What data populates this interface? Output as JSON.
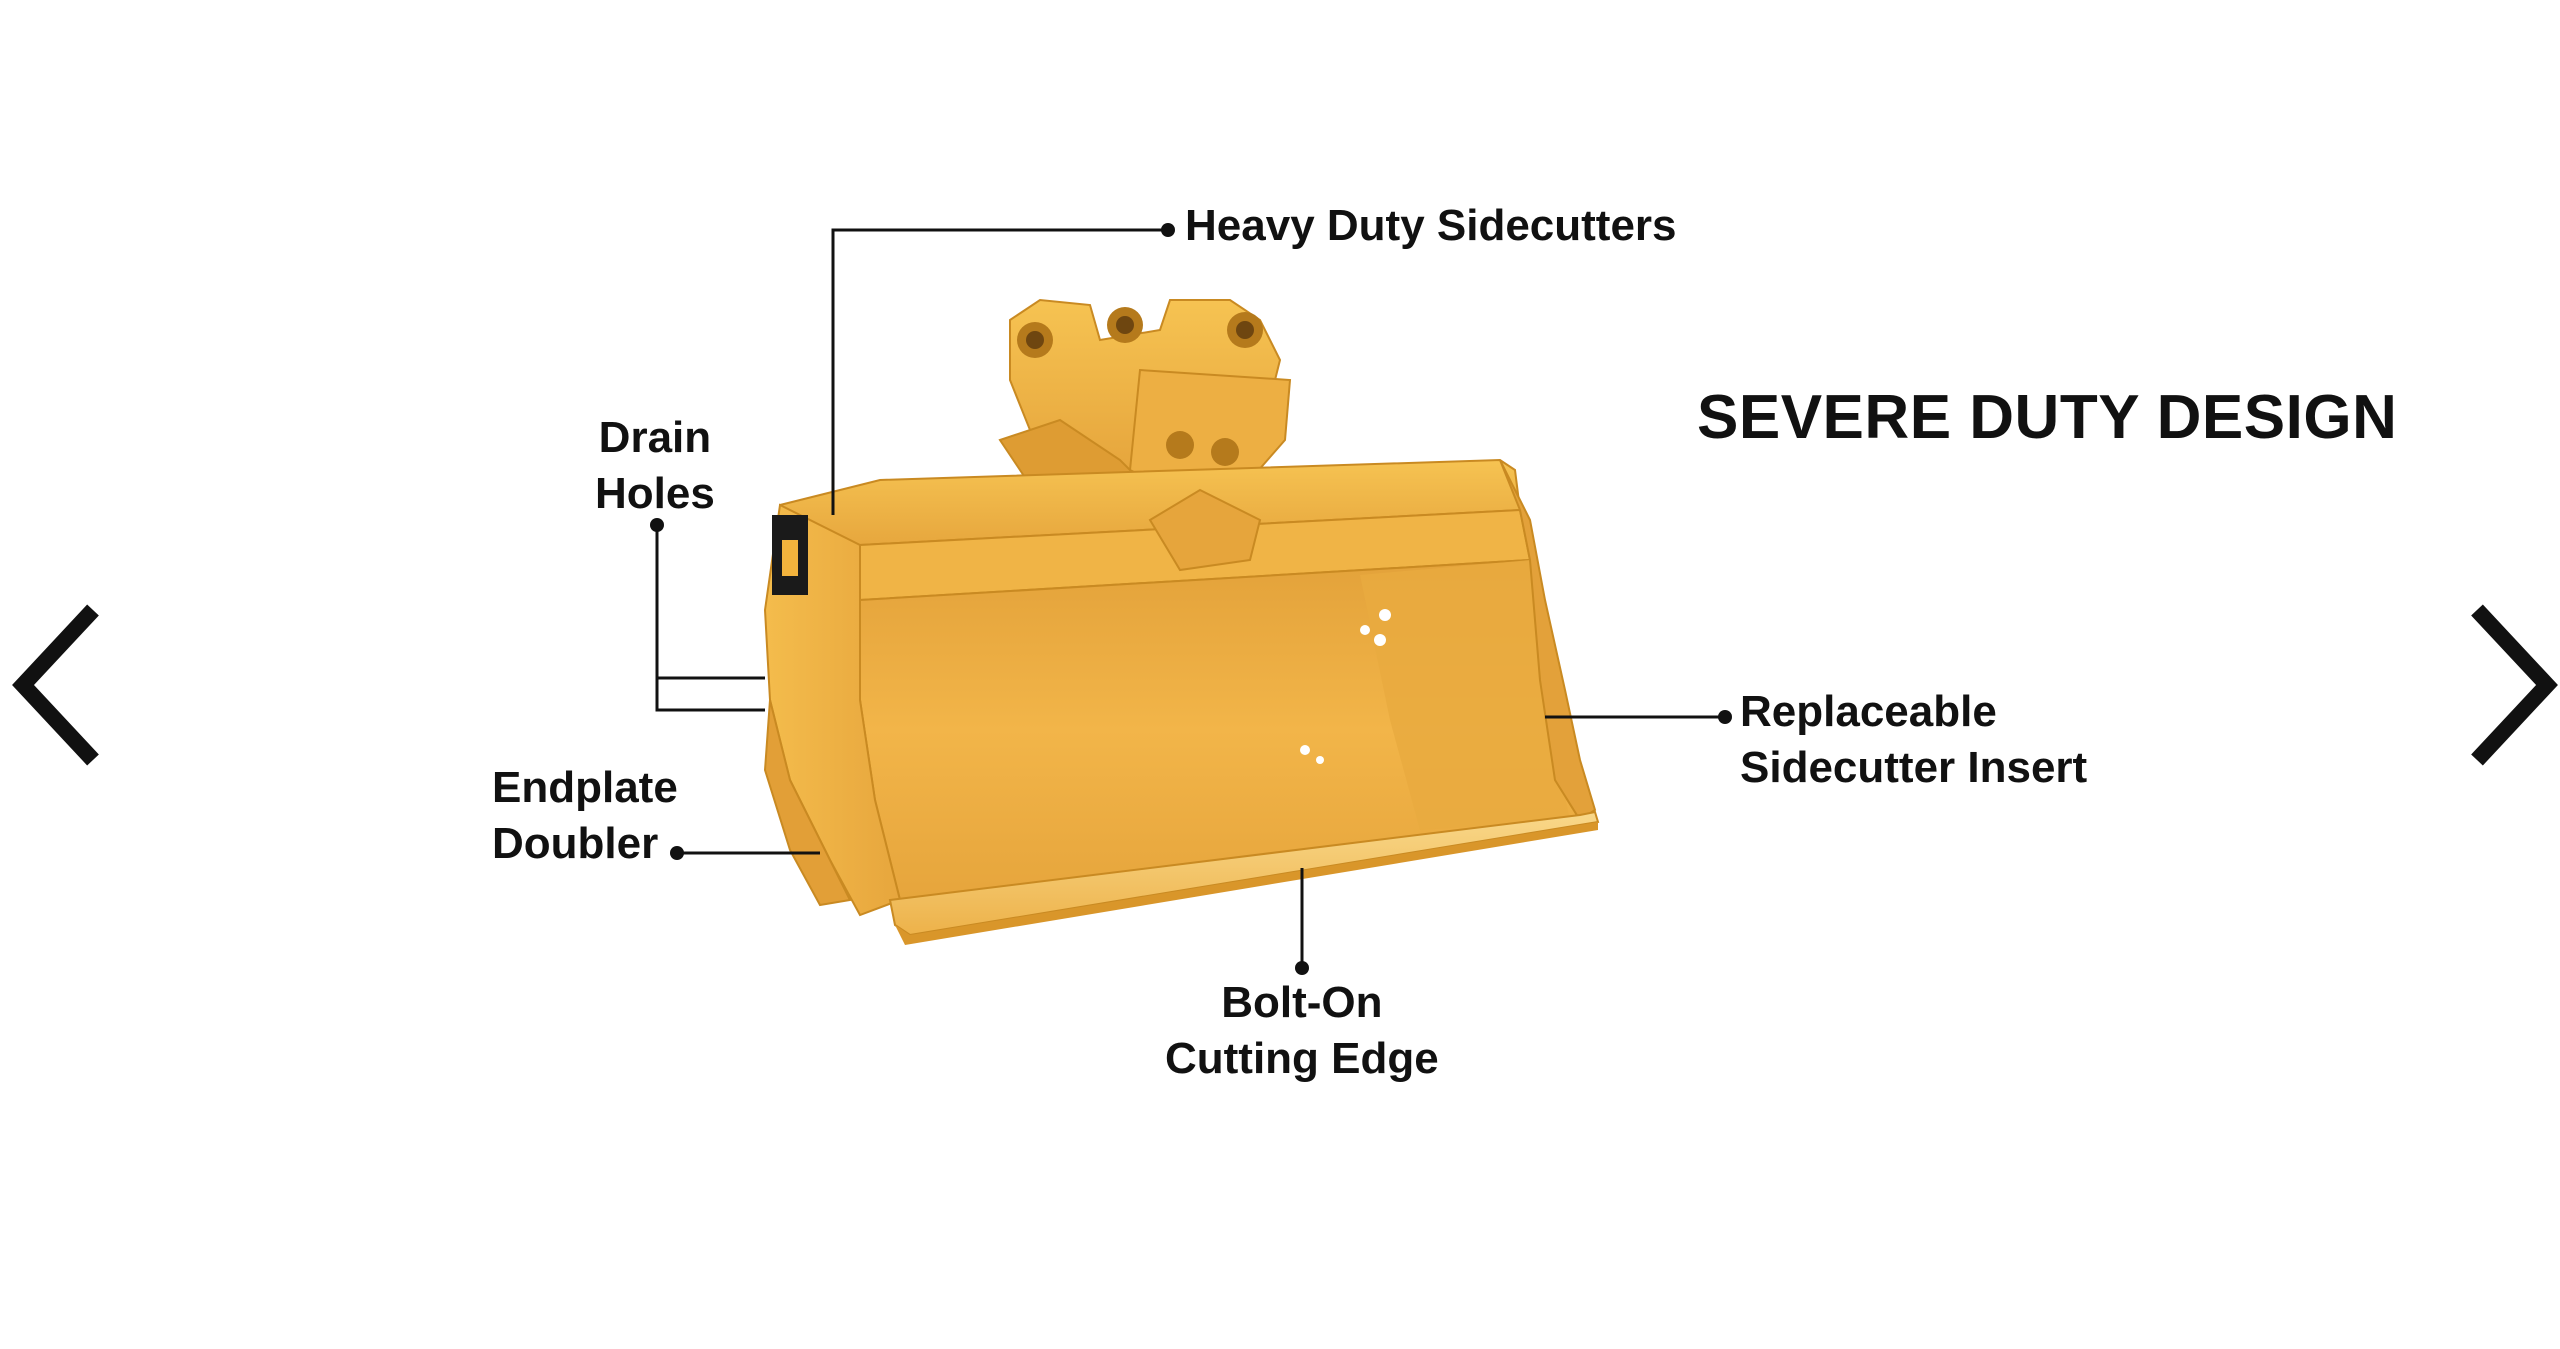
{
  "title": "SEVERE DUTY DESIGN",
  "callouts": {
    "heavy_duty_sidecutters": "Heavy Duty Sidecutters",
    "drain_holes": [
      "Drain",
      "Holes"
    ],
    "endplate_doubler": [
      "Endplate",
      "Doubler"
    ],
    "bolt_on_cutting_edge": [
      "Bolt-On",
      "Cutting Edge"
    ],
    "replaceable_sidecutter_insert": [
      "Replaceable",
      "Sidecutter Insert"
    ]
  },
  "navigation": {
    "prev_icon": "chevron-left-icon",
    "next_icon": "chevron-right-icon"
  },
  "colors": {
    "bucket_main": "#F2B33D",
    "bucket_dark": "#D9962A",
    "bucket_light": "#F8CB63",
    "text": "#111111",
    "background": "#FFFFFF"
  }
}
